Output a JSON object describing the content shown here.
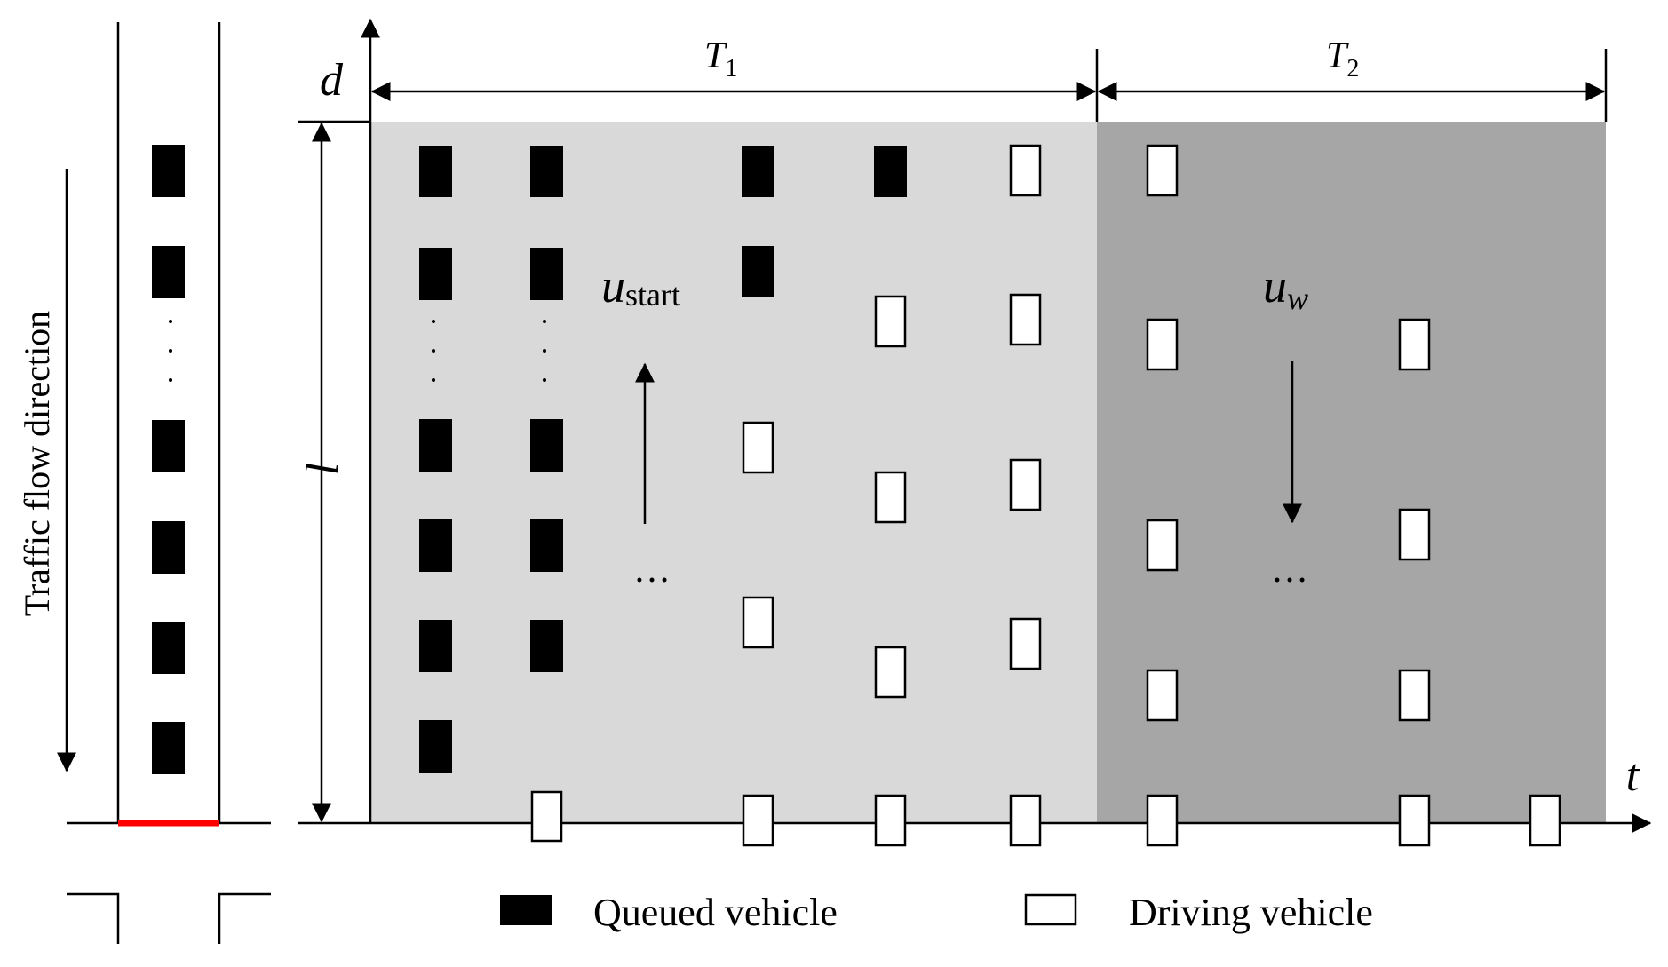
{
  "road": {
    "direction_label": "Traffic flow direction"
  },
  "axes": {
    "d": "d",
    "t": "t",
    "l": "l"
  },
  "periods": [
    {
      "name": "T",
      "sub": "1"
    },
    {
      "name": "T",
      "sub": "2"
    }
  ],
  "waves": {
    "start": {
      "symbol": "u",
      "sub": "start"
    },
    "w": {
      "symbol": "u",
      "sub": "w"
    }
  },
  "ellipsis": "…",
  "legend": {
    "queued": "Queued vehicle",
    "driving": "Driving vehicle"
  },
  "colors": {
    "queued": "#000000",
    "driving": "#ffffff",
    "region_t1": "#d9d9d9",
    "region_t2": "#a6a6a6",
    "stop_line": "#ff0000"
  }
}
